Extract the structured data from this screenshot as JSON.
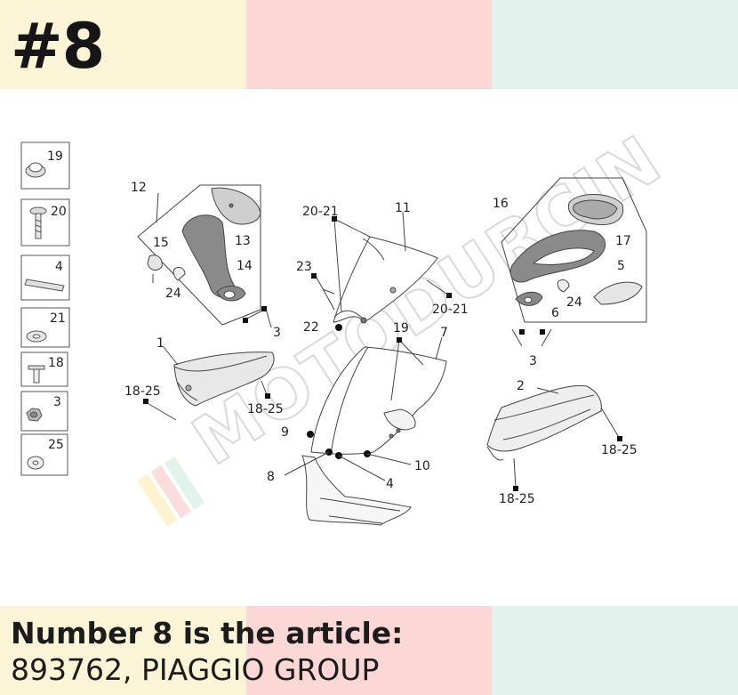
{
  "header": {
    "title": "#8",
    "band_colors": [
      "#fcf4d6",
      "#fbd7d5",
      "#e1f3ec"
    ]
  },
  "diagram": {
    "watermark": "MOTODURCIN",
    "legend": [
      {
        "num": "19",
        "icon": "grommet-icon"
      },
      {
        "num": "20",
        "icon": "screw-icon"
      },
      {
        "num": "4",
        "icon": "foam-strip-icon"
      },
      {
        "num": "21",
        "icon": "washer-icon"
      },
      {
        "num": "18",
        "icon": "pin-fastener-icon"
      },
      {
        "num": "3",
        "icon": "nut-icon"
      },
      {
        "num": "25",
        "icon": "flat-washer-icon"
      }
    ],
    "labels": {
      "l12": "12",
      "l13": "13",
      "l14": "14",
      "l15": "15",
      "l24a": "24",
      "l3a": "3",
      "l2021a": "20-21",
      "l11": "11",
      "l23": "23",
      "l2021b": "20-21",
      "l22": "22",
      "l16": "16",
      "l17": "17",
      "l5": "5",
      "l6": "6",
      "l24b": "24",
      "l3b": "3",
      "l1": "1",
      "l1825a": "18-25",
      "l1825b": "18-25",
      "l19": "19",
      "l7": "7",
      "l9": "9",
      "l8": "8",
      "l4": "4",
      "l10": "10",
      "l2": "2",
      "l1825c": "18-25",
      "l1825d": "18-25"
    }
  },
  "footer": {
    "line1": "Number 8 is the article:",
    "line2": "893762, PIAGGIO GROUP"
  }
}
